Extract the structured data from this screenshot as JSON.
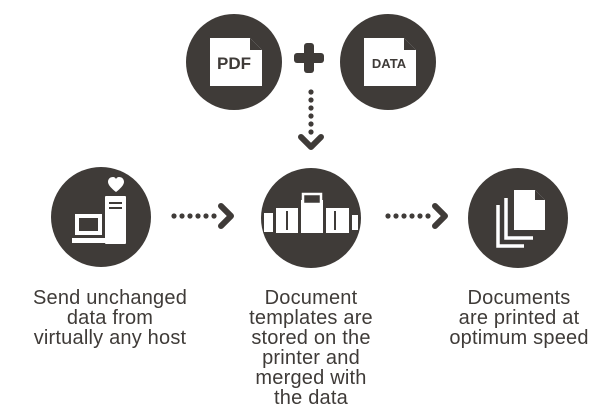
{
  "inputs": {
    "pdf_label": "PDF",
    "data_label": "DATA"
  },
  "captions": {
    "host": [
      "Send unchanged",
      "data from",
      "virtually any host"
    ],
    "printer": [
      "Document",
      "templates are",
      "stored on the",
      "printer and",
      "merged with",
      "the data"
    ],
    "speed": [
      "Documents",
      "are printed at",
      "optimum speed"
    ]
  },
  "icons": {
    "pdf": "pdf-document-icon",
    "data": "data-document-icon",
    "plus": "plus-icon",
    "host": "computer-tower-icon",
    "heart": "heart-icon",
    "printer": "printer-icon",
    "documents": "stacked-documents-icon"
  },
  "colors": {
    "circle": "#3f3b38",
    "icon": "#ffffff",
    "background": "#ffffff"
  }
}
